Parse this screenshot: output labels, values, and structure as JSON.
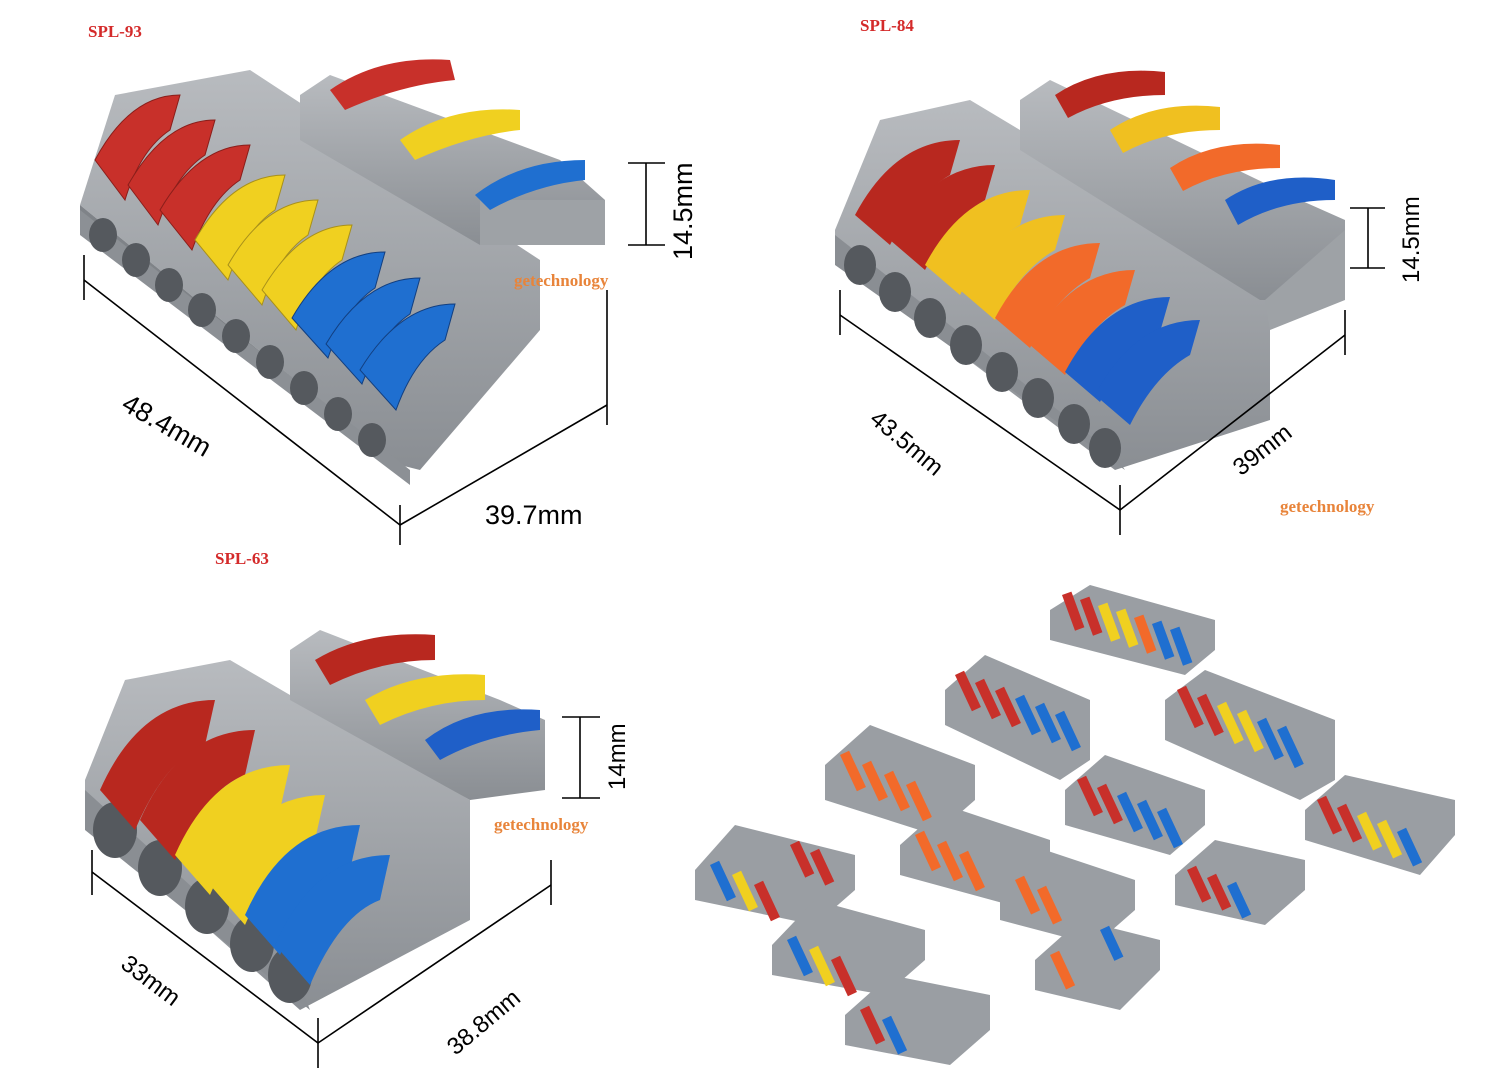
{
  "labels": {
    "spl93": "SPL-93",
    "spl84": "SPL-84",
    "spl63": "SPL-63",
    "watermark1": "getechnology",
    "watermark2": "getechnology",
    "watermark3": "getechnology"
  },
  "dimensions": {
    "spl93_length": "48.4mm",
    "spl93_width": "39.7mm",
    "spl93_height": "14.5mm",
    "spl84_length": "43.5mm",
    "spl84_width": "39mm",
    "spl84_height": "14.5mm",
    "spl63_length": "33mm",
    "spl63_width": "38.8mm",
    "spl63_height": "14mm"
  },
  "colors": {
    "model_label": "#d42a2a",
    "watermark": "#e8843a",
    "housing": "#8f9398",
    "housing_light": "#b3b6ba",
    "lever_red": "#c8302a",
    "lever_yellow": "#f0d020",
    "lever_blue": "#1f6fd0",
    "lever_orange": "#f26a2a"
  }
}
